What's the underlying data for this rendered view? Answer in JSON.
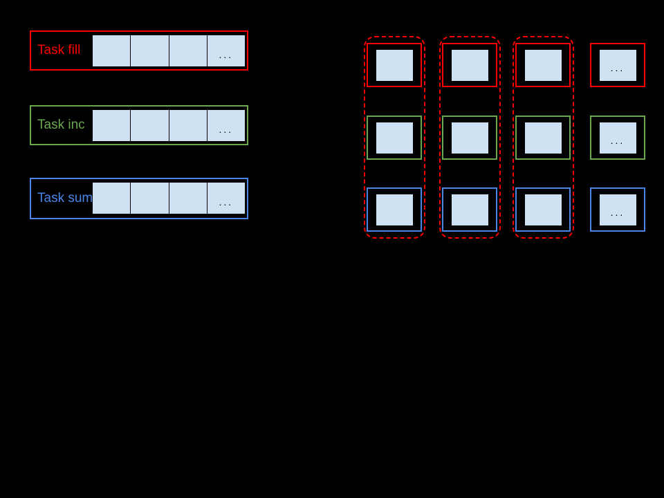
{
  "slide": {
    "background": "#000000"
  },
  "palette": {
    "red": "#ff0000",
    "green": "#6aa84f",
    "blue": "#4a86e8",
    "cell_fill": "#cfe2f3",
    "cell_border": "#000000",
    "ellipsis_color": "#000000",
    "dashed_group_outline": "#ff0000"
  },
  "glyphs": {
    "ellipsis": "..."
  },
  "tasks": [
    {
      "label": "Task fill",
      "color": "#ff0000",
      "cell_count": 4,
      "last_cell_text": "..."
    },
    {
      "label": "Task inc",
      "color": "#6aa84f",
      "cell_count": 4,
      "last_cell_text": "..."
    },
    {
      "label": "Task sum",
      "color": "#4a86e8",
      "cell_count": 4,
      "last_cell_text": "..."
    }
  ],
  "grid": {
    "rows": [
      {
        "color": "#ff0000"
      },
      {
        "color": "#6aa84f"
      },
      {
        "color": "#4a86e8"
      }
    ],
    "column_count": 4,
    "ellipsis_column_index": 3,
    "dashed_group_count": 3,
    "dashed_group_color": "#ff0000",
    "box_fill": "#cfe2f3"
  }
}
